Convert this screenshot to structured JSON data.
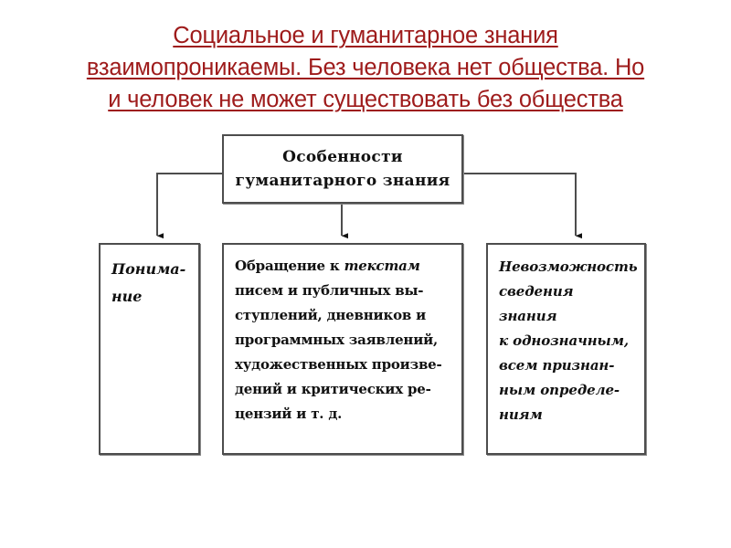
{
  "slide": {
    "title_lines": [
      "Социальное и гуманитарное знания",
      "взаимопроникаемы. Без человека нет общества. Но",
      "и человек не может существовать без общества"
    ],
    "title_color": "#9e1b1b",
    "background_color": "#ffffff"
  },
  "diagram": {
    "type": "hierarchy-flowchart",
    "line_color": "#4d4d4d",
    "root": {
      "label": "Особенности гуманитарного знания",
      "label_lines": [
        "Особенности",
        "гуманитарного знания"
      ]
    },
    "children": [
      {
        "id": "ponimanie",
        "label": "Понимание",
        "label_lines": [
          "Понима-",
          "ние"
        ],
        "style": "italic"
      },
      {
        "id": "obrashchenie",
        "label": "Обращение к текстам писем и публичных выступлений, дневников и программных заявлений, художественных произведений и критических рецензий и т. д.",
        "label_lines": [
          "Обращение к текстам",
          "писем и публичных вы-",
          "ступлений, дневников и",
          "программных заявлений,",
          "художественных произве-",
          "дений и критических ре-",
          "цензий и т. д."
        ],
        "emphasis_word": "текстам",
        "style": "upright"
      },
      {
        "id": "nevozmozhnost",
        "label": "Невозможность сведения знания к однозначным, всем признанным определениям",
        "label_lines": [
          "Невозможность",
          "сведения знания",
          "к однозначным,",
          "всем признан-",
          "ным определе-",
          "ниям"
        ],
        "style": "italic"
      }
    ],
    "connectors": [
      {
        "from": "root-left",
        "to": "ponimanie",
        "arrow": "down"
      },
      {
        "from": "root-bottom",
        "to": "obrashchenie",
        "arrow": "down"
      },
      {
        "from": "root-right",
        "to": "nevozmozhnost",
        "arrow": "down"
      }
    ]
  }
}
